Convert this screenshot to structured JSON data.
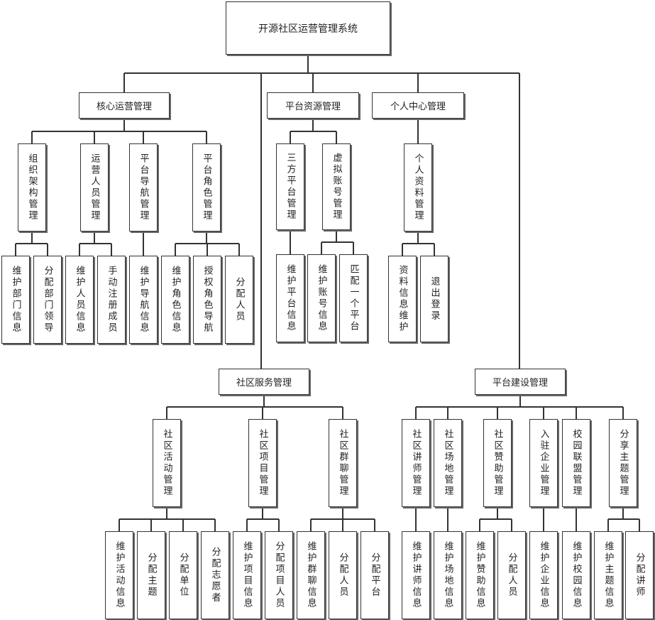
{
  "tree": {
    "id": "root",
    "label": "开源社区运营管理系统",
    "children": [
      {
        "id": "core",
        "label": "核心运营管理",
        "children": [
          {
            "id": "org",
            "label": "组织架构管理",
            "children": [
              {
                "id": "org1",
                "label": "维护部门信息"
              },
              {
                "id": "org2",
                "label": "分配部门领导"
              }
            ]
          },
          {
            "id": "ops",
            "label": "运营人员管理",
            "children": [
              {
                "id": "ops1",
                "label": "维护人员信息"
              },
              {
                "id": "ops2",
                "label": "手动注册成员"
              }
            ]
          },
          {
            "id": "nav",
            "label": "平台导航管理",
            "children": [
              {
                "id": "nav1",
                "label": "维护导航信息"
              }
            ]
          },
          {
            "id": "role",
            "label": "平台角色管理",
            "children": [
              {
                "id": "role1",
                "label": "维护角色信息"
              },
              {
                "id": "role2",
                "label": "授权角色导航"
              },
              {
                "id": "role3",
                "label": "分配人员"
              }
            ]
          }
        ]
      },
      {
        "id": "res",
        "label": "平台资源管理",
        "children": [
          {
            "id": "third",
            "label": "三方平台管理",
            "children": [
              {
                "id": "third1",
                "label": "维护平台信息"
              }
            ]
          },
          {
            "id": "virt",
            "label": "虚拟账号管理",
            "children": [
              {
                "id": "virt1",
                "label": "维护账号信息"
              },
              {
                "id": "virt2",
                "label": "匹配一个平台"
              }
            ]
          }
        ]
      },
      {
        "id": "pc",
        "label": "个人中心管理",
        "children": [
          {
            "id": "prof",
            "label": "个人资料管理",
            "children": [
              {
                "id": "prof1",
                "label": "资料信息维护"
              },
              {
                "id": "prof2",
                "label": "退出登录"
              }
            ]
          }
        ]
      },
      {
        "id": "svc",
        "label": "社区服务管理",
        "children": [
          {
            "id": "act",
            "label": "社区活动管理",
            "children": [
              {
                "id": "act1",
                "label": "维护活动信息"
              },
              {
                "id": "act2",
                "label": "分配主题"
              },
              {
                "id": "act3",
                "label": "分配单位"
              },
              {
                "id": "act4",
                "label": "分配志愿者"
              }
            ]
          },
          {
            "id": "proj",
            "label": "社区项目管理",
            "children": [
              {
                "id": "proj1",
                "label": "维护项目信息"
              },
              {
                "id": "proj2",
                "label": "分配项目人员"
              }
            ]
          },
          {
            "id": "grp",
            "label": "社区群聊管理",
            "children": [
              {
                "id": "grp1",
                "label": "维护群聊信息"
              },
              {
                "id": "grp2",
                "label": "分配人员"
              },
              {
                "id": "grp3",
                "label": "分配平台"
              }
            ]
          }
        ]
      },
      {
        "id": "bld",
        "label": "平台建设管理",
        "children": [
          {
            "id": "lec",
            "label": "社区讲师管理",
            "children": [
              {
                "id": "lec1",
                "label": "维护讲师信息"
              }
            ]
          },
          {
            "id": "site",
            "label": "社区场地管理",
            "children": [
              {
                "id": "site1",
                "label": "维护场地信息"
              }
            ]
          },
          {
            "id": "spon",
            "label": "社区赞助管理",
            "children": [
              {
                "id": "spon1",
                "label": "维护赞助信息"
              },
              {
                "id": "spon2",
                "label": "分配人员"
              }
            ]
          },
          {
            "id": "ent",
            "label": "入驻企业管理",
            "children": [
              {
                "id": "ent1",
                "label": "维护企业信息"
              }
            ]
          },
          {
            "id": "camp",
            "label": "校园联盟管理",
            "children": [
              {
                "id": "camp1",
                "label": "维护校园信息"
              }
            ]
          },
          {
            "id": "topic",
            "label": "分享主题管理",
            "children": [
              {
                "id": "topic1",
                "label": "维护主题信息"
              },
              {
                "id": "topic2",
                "label": "分配讲师"
              }
            ]
          }
        ]
      }
    ]
  }
}
